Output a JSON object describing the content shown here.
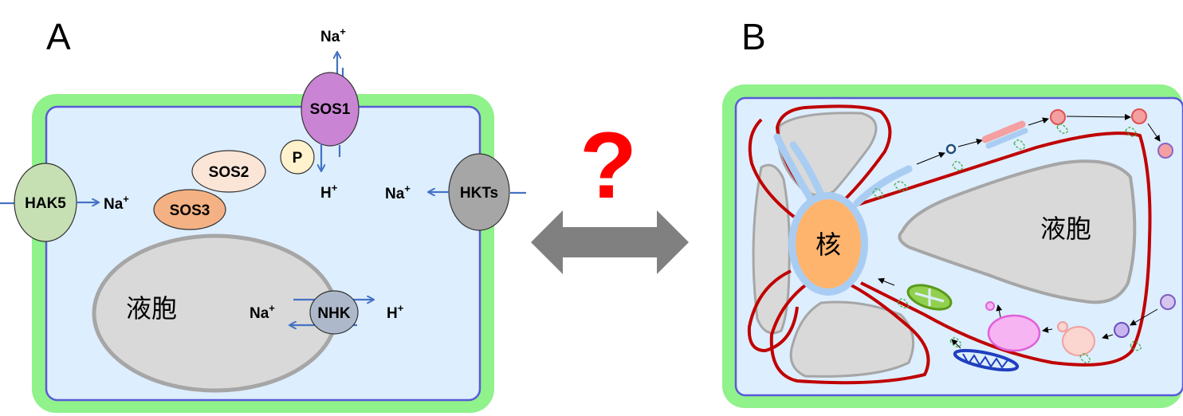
{
  "panels": {
    "a_letter": "A",
    "b_letter": "B"
  },
  "labels": {
    "na": "Na",
    "h": "H",
    "plus": "+",
    "hak5": "HAK5",
    "hkts": "HKTs",
    "sos1": "SOS1",
    "sos2": "SOS2",
    "sos3": "SOS3",
    "p": "P",
    "nhk": "NHK",
    "vacuole": "液胞",
    "nucleus": "核",
    "question": "?"
  },
  "colors": {
    "cell_wall": "#8ff28a",
    "cytoplasm": "#ddeeff",
    "membrane": "#5a5ad6",
    "er": "#c00000",
    "question": "#ff0000",
    "arrow": "#808080",
    "nucleus": "#ffb46e",
    "nuclear_envelope": "#a9cdf2"
  }
}
